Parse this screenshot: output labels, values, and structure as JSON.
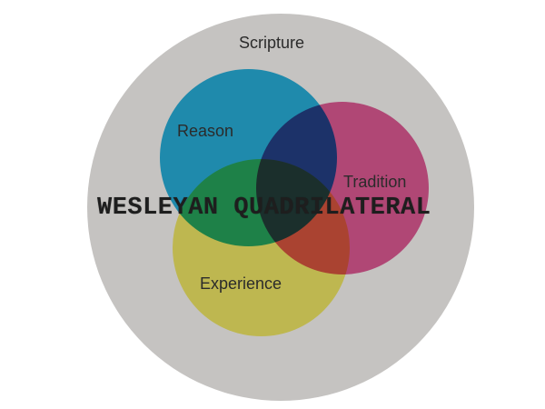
{
  "diagram": {
    "title": "WESLEYAN QUADRILATERAL",
    "outer": {
      "label": "Scripture",
      "color": "#c5c3c1"
    },
    "sets": [
      {
        "id": "reason",
        "label": "Reason",
        "color": "#28b4e3"
      },
      {
        "id": "tradition",
        "label": "Tradition",
        "color": "#e45c9b"
      },
      {
        "id": "experience",
        "label": "Experience",
        "color": "#f6ef6a"
      }
    ],
    "background": "#ffffff"
  }
}
